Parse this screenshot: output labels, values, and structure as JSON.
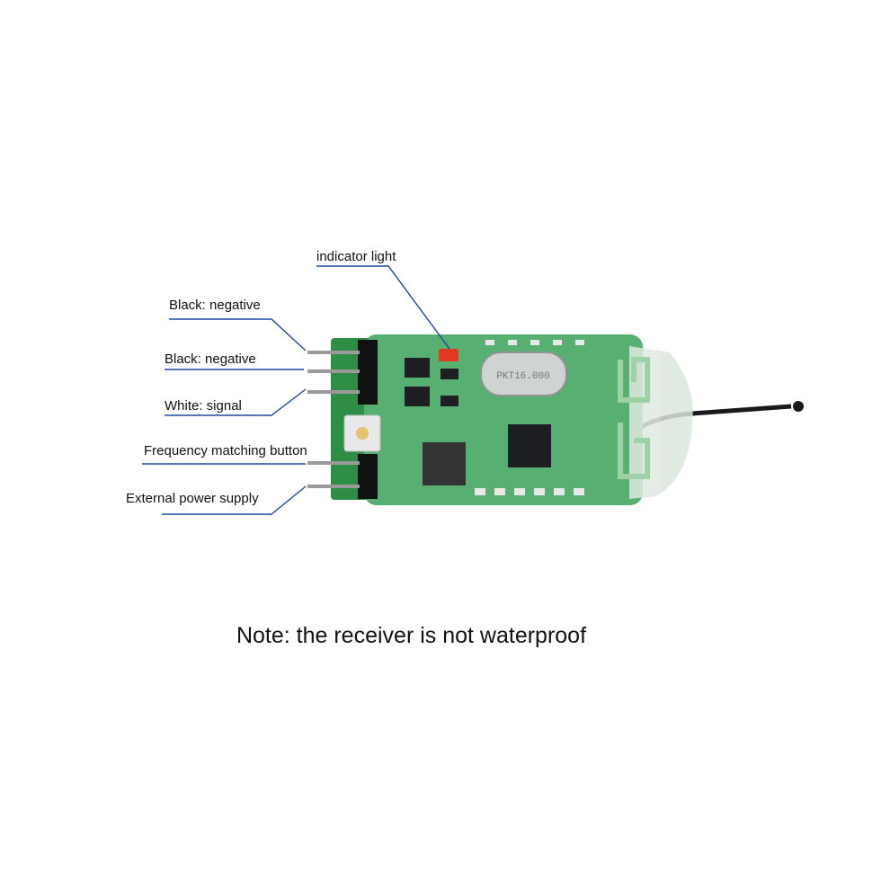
{
  "callouts": {
    "indicator_light": "indicator light",
    "black_negative_1": "Black: negative",
    "black_negative_2": "Black: negative",
    "white_signal": "White: signal",
    "frequency_button": "Frequency matching button",
    "external_power": "External power supply"
  },
  "crystal_marking": "PKT16.000",
  "note": "Note: the receiver is not waterproof",
  "colors": {
    "leader_line": "#1f47a6",
    "pcb_green": "#2f9e4e",
    "led_red": "#e0391f"
  }
}
